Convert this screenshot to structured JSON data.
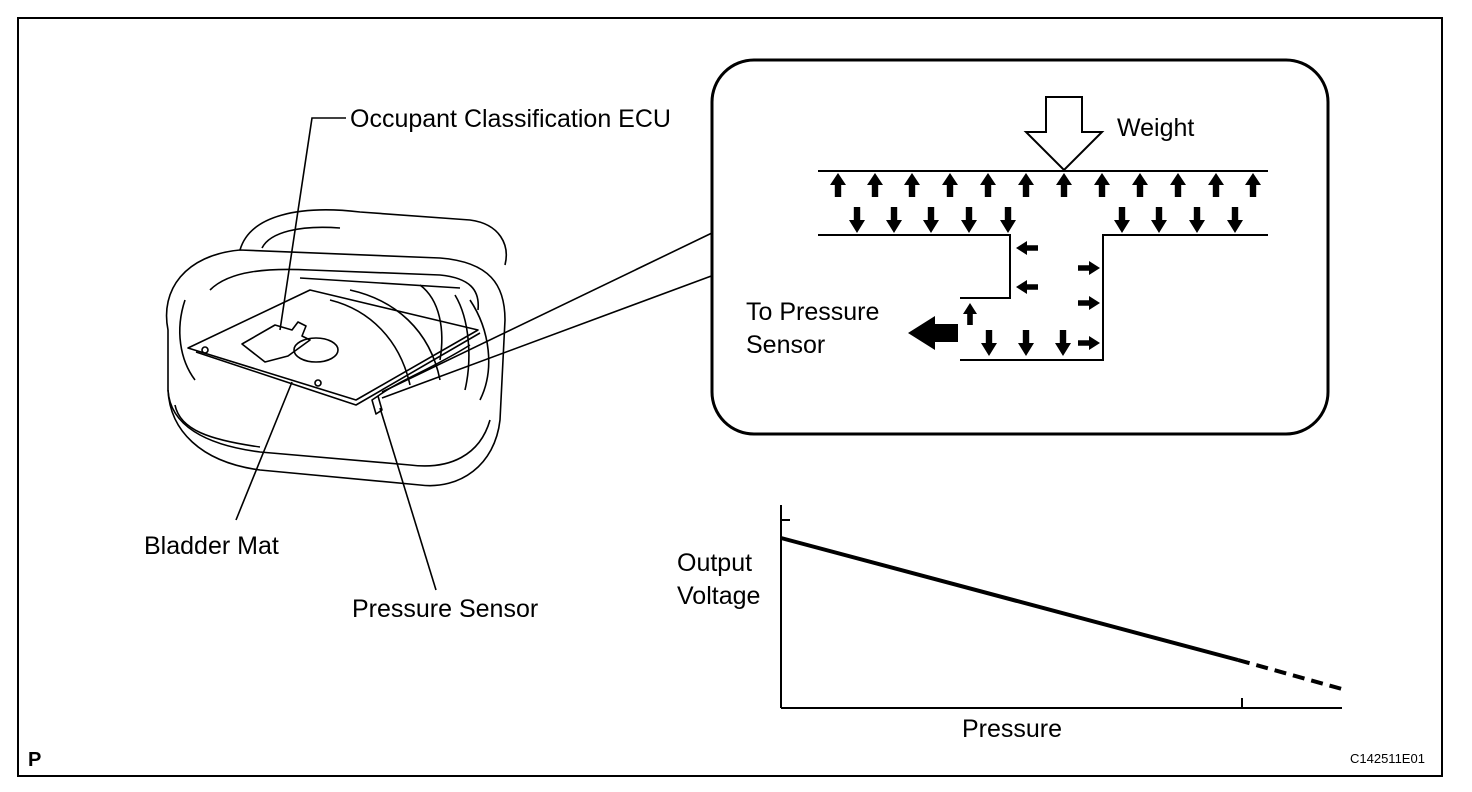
{
  "labels": {
    "ecu": "Occupant Classification ECU",
    "bladder_mat": "Bladder Mat",
    "pressure_sensor": "Pressure Sensor",
    "weight": "Weight",
    "to_pressure_sensor_line1": "To Pressure",
    "to_pressure_sensor_line2": "Sensor",
    "graph_ylabel_line1": "Output",
    "graph_ylabel_line2": "Voltage",
    "graph_xlabel": "Pressure",
    "corner_mark": "P",
    "figure_id": "C142511E01"
  },
  "graph": {
    "line_style_after_limit": "dashed",
    "trend": "decreasing"
  },
  "colors": {
    "ink": "#000000",
    "paper": "#ffffff"
  }
}
